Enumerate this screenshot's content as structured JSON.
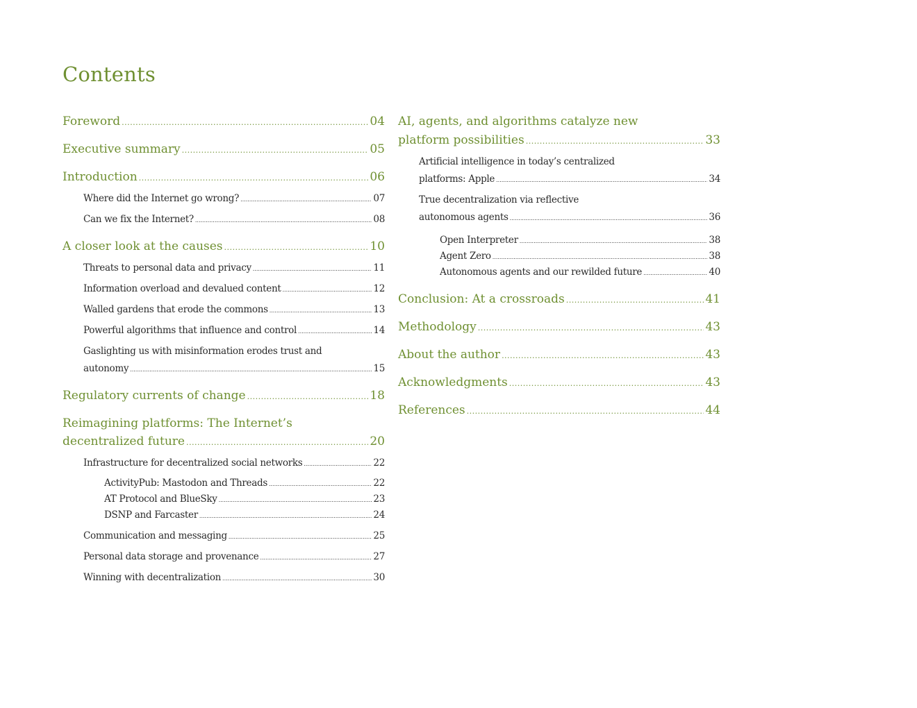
{
  "title": "Contents",
  "left": {
    "foreword": {
      "label": "Foreword",
      "page": "04"
    },
    "exec": {
      "label": "Executive summary",
      "page": "05"
    },
    "intro": {
      "label": "Introduction",
      "page": "06"
    },
    "where": {
      "label": "Where did the Internet go wrong?",
      "page": "07"
    },
    "fix": {
      "label": "Can we fix the Internet?",
      "page": "08"
    },
    "closer": {
      "label": "A closer look at the causes",
      "page": "10"
    },
    "threats": {
      "label": "Threats to personal data and privacy",
      "page": "11"
    },
    "overload": {
      "label": "Information overload and devalued content",
      "page": "12"
    },
    "walled": {
      "label": "Walled gardens that erode the commons",
      "page": "13"
    },
    "powerful": {
      "label": "Powerful algorithms that influence and control",
      "page": "14"
    },
    "gaslighting": {
      "line1": "Gaslighting us with misinformation erodes trust and",
      "label": "autonomy",
      "page": "15"
    },
    "regulatory": {
      "label": "Regulatory currents of change",
      "page": "18"
    },
    "reimagining": {
      "line1": "Reimagining platforms: The Internet’s",
      "label": "decentralized future",
      "page": "20"
    },
    "infra": {
      "label": "Infrastructure for decentralized social networks",
      "page": "22"
    },
    "activitypub": {
      "label": "ActivityPub: Mastodon and Threads",
      "page": "22"
    },
    "atproto": {
      "label": "AT Protocol and BlueSky",
      "page": "23"
    },
    "dsnp": {
      "label": "DSNP and Farcaster",
      "page": "24"
    },
    "comm": {
      "label": "Communication and messaging",
      "page": "25"
    },
    "personal": {
      "label": "Personal data storage and provenance",
      "page": "27"
    },
    "winning": {
      "label": "Winning with decentralization",
      "page": "30"
    }
  },
  "right": {
    "ai": {
      "line1": "AI, agents, and algorithms catalyze new",
      "label": "platform possibilities",
      "page": "33"
    },
    "artificial": {
      "line1": "Artificial intelligence in today’s centralized",
      "label": "platforms: Apple",
      "page": "34"
    },
    "true": {
      "line1": "True decentralization via reflective",
      "label": "autonomous agents",
      "page": "36"
    },
    "openinterp": {
      "label": "Open Interpreter",
      "page": "38"
    },
    "agentzero": {
      "label": "Agent Zero",
      "page": "38"
    },
    "autonomous": {
      "label": "Autonomous agents and our rewilded future",
      "page": "40"
    },
    "conclusion": {
      "label": "Conclusion: At a crossroads",
      "page": "41"
    },
    "methodology": {
      "label": "Methodology",
      "page": "43"
    },
    "author": {
      "label": "About the author",
      "page": "43"
    },
    "ack": {
      "label": "Acknowledgments",
      "page": "43"
    },
    "refs": {
      "label": "References",
      "page": "44"
    }
  },
  "colors": {
    "heading": "#6f9032",
    "text": "#2a2a2a"
  }
}
